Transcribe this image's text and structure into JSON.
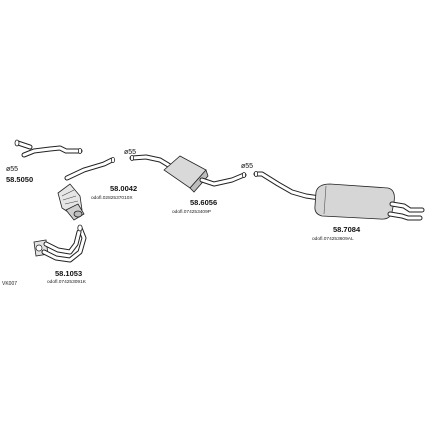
{
  "diagram_code": "VK007",
  "parts": [
    {
      "part_no": "58.5050",
      "diameter": "ø55",
      "oe": ""
    },
    {
      "part_no": "58.0042",
      "diameter": "",
      "oe": "odofl.0282537010X"
    },
    {
      "part_no": "58.1053",
      "diameter": "",
      "oe": "odofl.074253091K"
    },
    {
      "part_no": "58.6056",
      "diameter": "ø55",
      "oe": "odofl.074253409P"
    },
    {
      "part_no": "58.7084",
      "diameter": "ø55",
      "oe": "odofl.074253609AL"
    }
  ]
}
